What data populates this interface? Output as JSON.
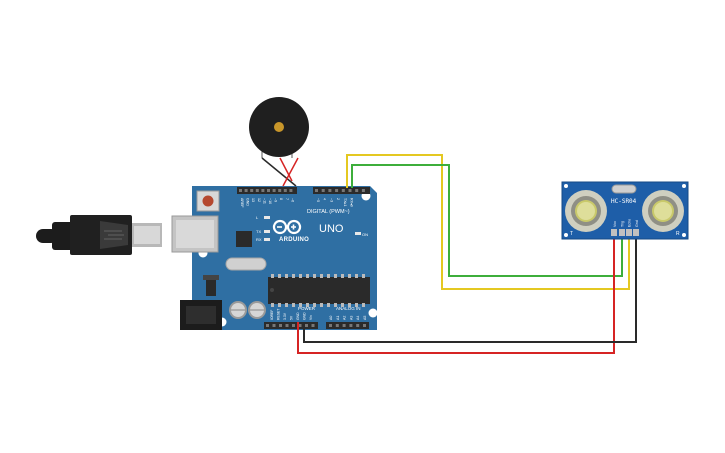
{
  "board": {
    "brand": "ARDUINO",
    "model": "UNO",
    "on_label": "ON",
    "digital_label": "DIGITAL (PWM~)",
    "power_label": "POWER",
    "analog_label": "ANALOG IN",
    "led_labels": [
      "L",
      "TX",
      "RX"
    ],
    "digital_pins": [
      "AREF",
      "GND",
      "13",
      "12",
      "~11",
      "~10",
      "~9",
      "8",
      "7",
      "~6",
      "~5",
      "4",
      "~3",
      "2",
      "TX▸1",
      "RX◂0"
    ],
    "power_pins": [
      "IOREF",
      "RESET",
      "3.3V",
      "5V",
      "GND",
      "GND",
      "Vin"
    ],
    "analog_pins": [
      "A0",
      "A1",
      "A2",
      "A3",
      "A4",
      "A5"
    ],
    "colors": {
      "pcb": "#2f6fa3",
      "pcb_dark": "#245a87",
      "header": "#2b2b2b"
    }
  },
  "sensor": {
    "model": "HC-SR04",
    "pins": [
      "Vcc",
      "Trig",
      "Echo",
      "Gnd"
    ],
    "corner_left": "T",
    "corner_right": "R",
    "colors": {
      "pcb": "#1e5ea8",
      "transducer": "#cfcfc0"
    }
  },
  "buzzer": {
    "colors": {
      "body": "#1f1f1f",
      "center": "#c8962a"
    }
  },
  "wires": {
    "yellow": "#e4c821",
    "green": "#3dae3b",
    "red": "#d62424",
    "black": "#2a2a2a"
  }
}
